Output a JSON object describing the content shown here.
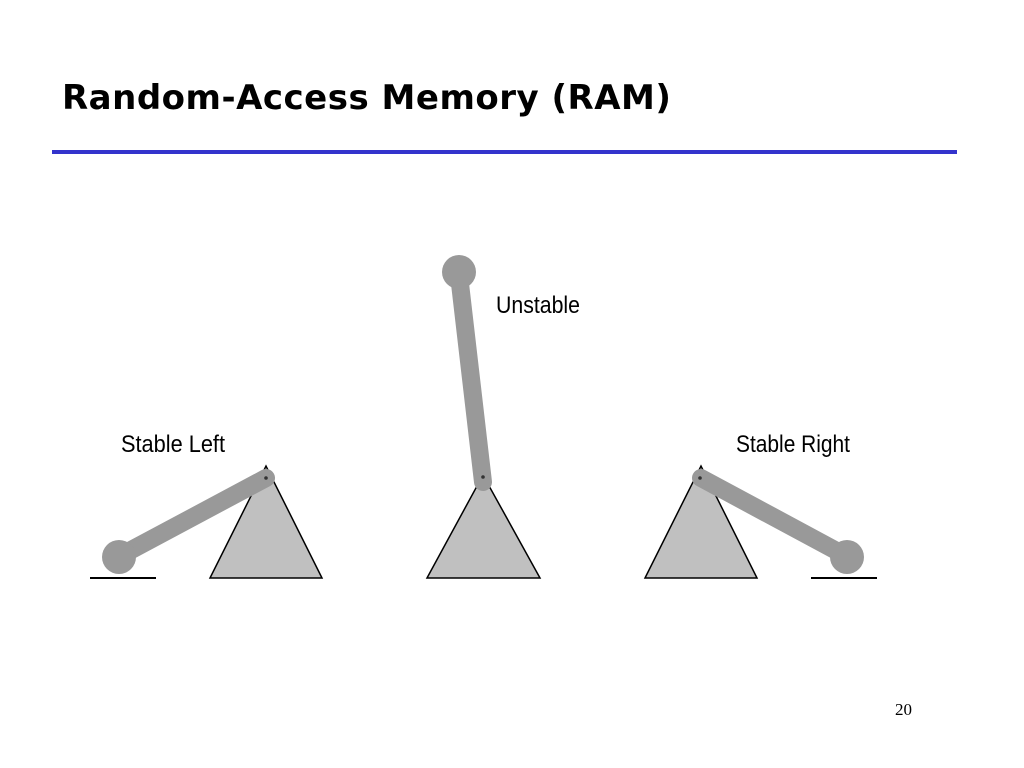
{
  "slide": {
    "title": "Random-Access Memory (RAM)",
    "page_number": "20"
  },
  "diagram": {
    "labels": {
      "stable_left": "Stable Left",
      "unstable": "Unstable",
      "stable_right": "Stable Right"
    },
    "colors": {
      "lever": "#999999",
      "fulcrum_fill": "#c0c0c0",
      "rule": "#3333cc"
    }
  }
}
